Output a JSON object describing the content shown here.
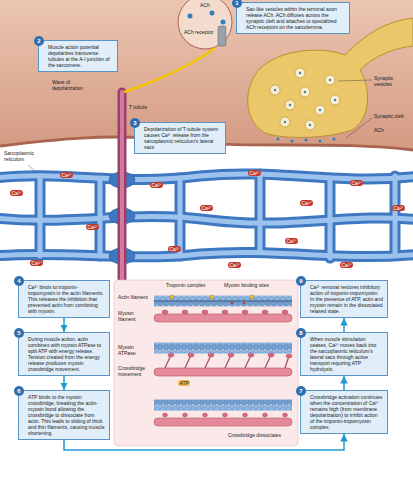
{
  "diagram": {
    "nodes": [
      {
        "text": [
          "1",
          "Sac-like vesicles within the terminal axon release ACh. ACh diffuses across the synaptic cleft and attaches to specialized ACh receptors on the sarcolemma."
        ]
      },
      {
        "text": [
          "2",
          "Muscle action potential depolarizes transverse tubules at the A-I junction of the sarcomere."
        ]
      },
      {
        "text": [
          "3",
          "Depolarization of T-tubule system causes Ca²⁺ release from the sarcoplasmic reticulum's lateral sacs"
        ]
      },
      {
        "text": [
          "4",
          "Ca²⁺ binds to troponin-tropomyosin in the actin filaments. This releases the inhibition that prevented actin from combining with myosin."
        ]
      },
      {
        "text": [
          "5",
          "During muscle action, actin combines with myosin ATPase to split ATP with energy release. Tension created from the energy release produces myosin crossbridge movement."
        ]
      },
      {
        "text": [
          "6",
          "ATP binds to the myosin crossbridge, breaking the actin-myosin bond allowing the crossbridge to dissociate from actin. This leads to sliding of thick and thin filaments, causing muscle shortening."
        ]
      },
      {
        "text": [
          "7",
          "Crossbridge activation continues when the concentration of Ca²⁺ remains high (from membrane depolarization) to inhibit action of the troponin-tropomyosin complex."
        ]
      },
      {
        "text": [
          "8",
          "When muscle stimulation ceases, Ca²⁺ moves back into the sarcoplasmic reticulum's lateral sacs through active transport requiring ATP hydrolysis."
        ]
      },
      {
        "text": [
          "9",
          "Ca²⁺ removal restores inhibitory action of troponin-tropomyosin. In the presence of ATP, actin and myosin remain in the dissociated relaxed state."
        ]
      }
    ],
    "edges": [
      {
        "from": 3,
        "to": 4,
        "arrow": "to"
      },
      {
        "from": 4,
        "to": 5,
        "arrow": "to"
      },
      {
        "from": 5,
        "to": 6,
        "arrow": "to"
      },
      {
        "from": 6,
        "to": 7,
        "arrow": "to"
      },
      {
        "from": 7,
        "to": 8,
        "arrow": "to"
      }
    ],
    "labels": [
      "ACh",
      "ACh receptor",
      "Wave of depolarization",
      "T tubule",
      "Synaptic vesicles",
      "Synaptic cleft",
      "ACh",
      "Sarcoplasmic reticulum",
      "Troponin complex",
      "Myosin binding sites",
      "Actin filament",
      "Myosin filament",
      "Myosin ATPase",
      "Crossbridge movement",
      "ATP",
      "Crossbridge dissociates",
      "Ca²⁺",
      "Ca²⁺",
      "Ca²⁺",
      "Ca²⁺",
      "Ca²⁺",
      "Ca²⁺",
      "Ca²⁺",
      "Ca²⁺",
      "Ca²⁺",
      "Ca²⁺",
      "Ca²⁺",
      "Ca²⁺",
      "Ca²⁺",
      "Ca²⁺"
    ]
  }
}
